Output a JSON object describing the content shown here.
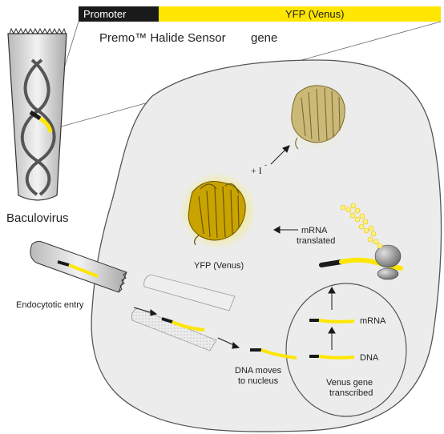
{
  "gene_bar": {
    "promoter": "Promoter",
    "yfp": "YFP (Venus)",
    "caption_left": "Premo™ Halide Sensor",
    "caption_right": "gene"
  },
  "labels": {
    "baculovirus": "Baculovirus",
    "endocytotic_entry": "Endocytotic entry",
    "dna_moves_line1": "DNA moves",
    "dna_moves_line2": "to nucleus",
    "venus_transcribed_line1": "Venus gene",
    "venus_transcribed_line2": "transcribed",
    "mrna": "mRNA",
    "dna": "DNA",
    "mrna_translated_line1": "mRNA",
    "mrna_translated_line2": "translated",
    "yfp_protein": "YFP (Venus)",
    "iodide": "+ I",
    "iodide_superscript": "-"
  },
  "colors": {
    "promoter_black": "#1a1a1a",
    "yfp_yellow": "#ffe600",
    "cell_fill": "#ececec",
    "cell_stroke": "#555555",
    "protein_gold": "#d9b400"
  }
}
